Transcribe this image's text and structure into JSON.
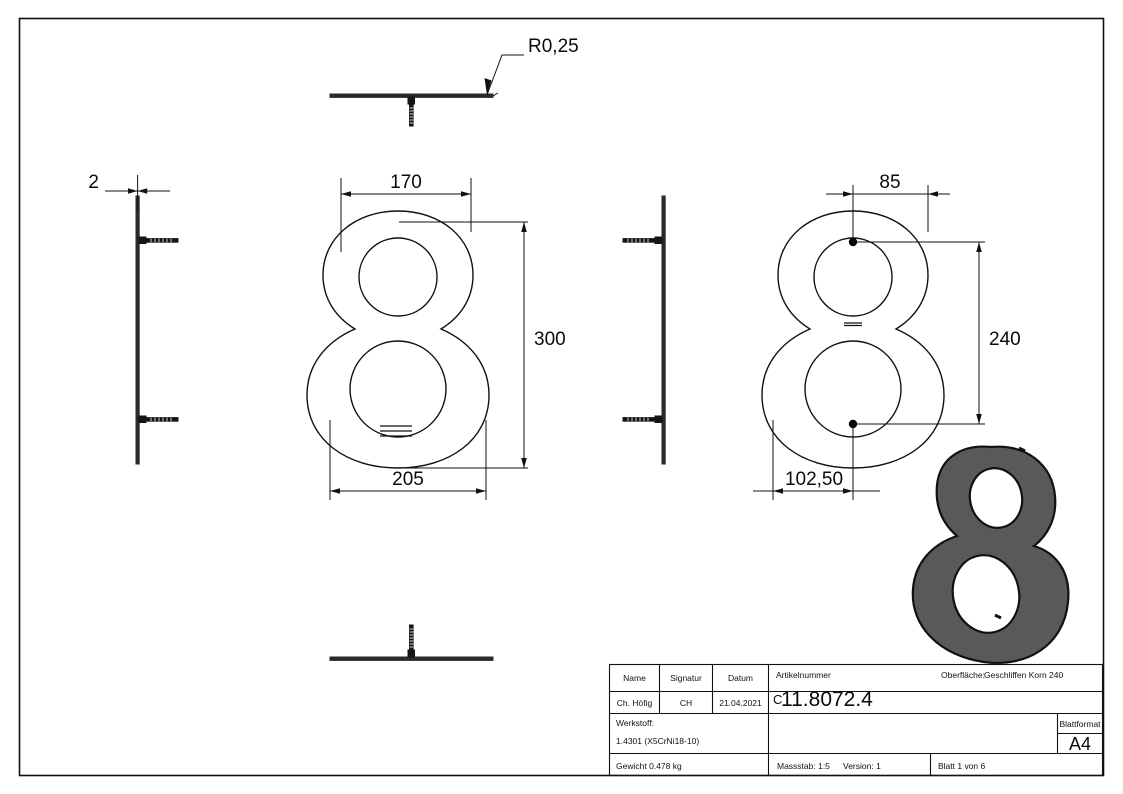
{
  "document": {
    "type": "technical-drawing",
    "sheet_format": "A4",
    "part_glyph": "8"
  },
  "dimensions": {
    "radius_note": "R0,25",
    "thickness": "2",
    "width_top": "170",
    "width_bottom": "205",
    "height": "300",
    "hole_offset_x": "85",
    "hole_spacing_y": "240",
    "hole_base_x": "102,50"
  },
  "title_block": {
    "headers": {
      "name": "Name",
      "signatur": "Signatur",
      "datum": "Datum",
      "artikelnummer": "Artikelnummer"
    },
    "values": {
      "name": "Ch. Höfig",
      "signatur": "CH",
      "datum": "21.04.2021",
      "artikelnummer_prefix": "C",
      "artikelnummer": "11.8072.4"
    },
    "oberflaeche_label": "Oberfläche:",
    "oberflaeche_value": "Geschliffen Korn 240",
    "werkstoff_label": "Werkstoff:",
    "werkstoff_value": "1.4301 (X5CrNi18-10)",
    "blattformat_label": "Blattformat",
    "blattformat_value": "A4",
    "gewicht": "Gewicht 0.478 kg",
    "massstab": "Massstab: 1:5",
    "version": "Version: 1",
    "blatt": "Blatt 1 von 6"
  },
  "colors": {
    "line": "#111111",
    "iso_fill": "#58595a",
    "background": "#ffffff"
  }
}
